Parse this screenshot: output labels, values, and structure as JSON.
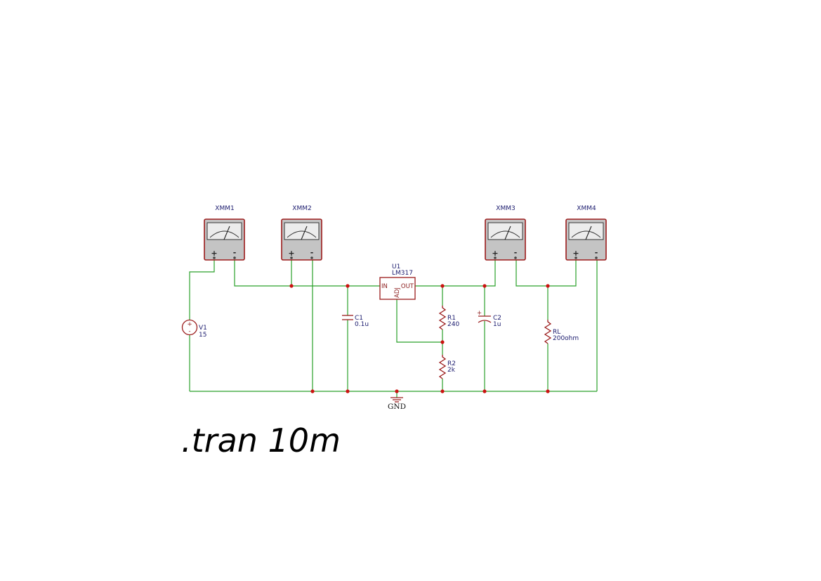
{
  "meters": [
    {
      "ref": "XMM1",
      "plus": "+",
      "minus": "-"
    },
    {
      "ref": "XMM2",
      "plus": "+",
      "minus": "-"
    },
    {
      "ref": "XMM3",
      "plus": "+",
      "minus": "-"
    },
    {
      "ref": "XMM4",
      "plus": "+",
      "minus": "-"
    }
  ],
  "source": {
    "ref": "V1",
    "value": "15",
    "plus": "+",
    "minus": "-"
  },
  "regulator": {
    "ref": "U1",
    "part": "LM317",
    "pin_in": "IN",
    "pin_out": "OUT",
    "pin_adj": "ADJ"
  },
  "c1": {
    "ref": "C1",
    "value": "0.1u"
  },
  "c2": {
    "ref": "C2",
    "value": "1u",
    "polarity": "+"
  },
  "r1": {
    "ref": "R1",
    "value": "240"
  },
  "r2": {
    "ref": "R2",
    "value": "2k"
  },
  "rl": {
    "ref": "RL",
    "value": "200ohm"
  },
  "ground": {
    "label": "GND"
  },
  "directive": ".tran 10m"
}
